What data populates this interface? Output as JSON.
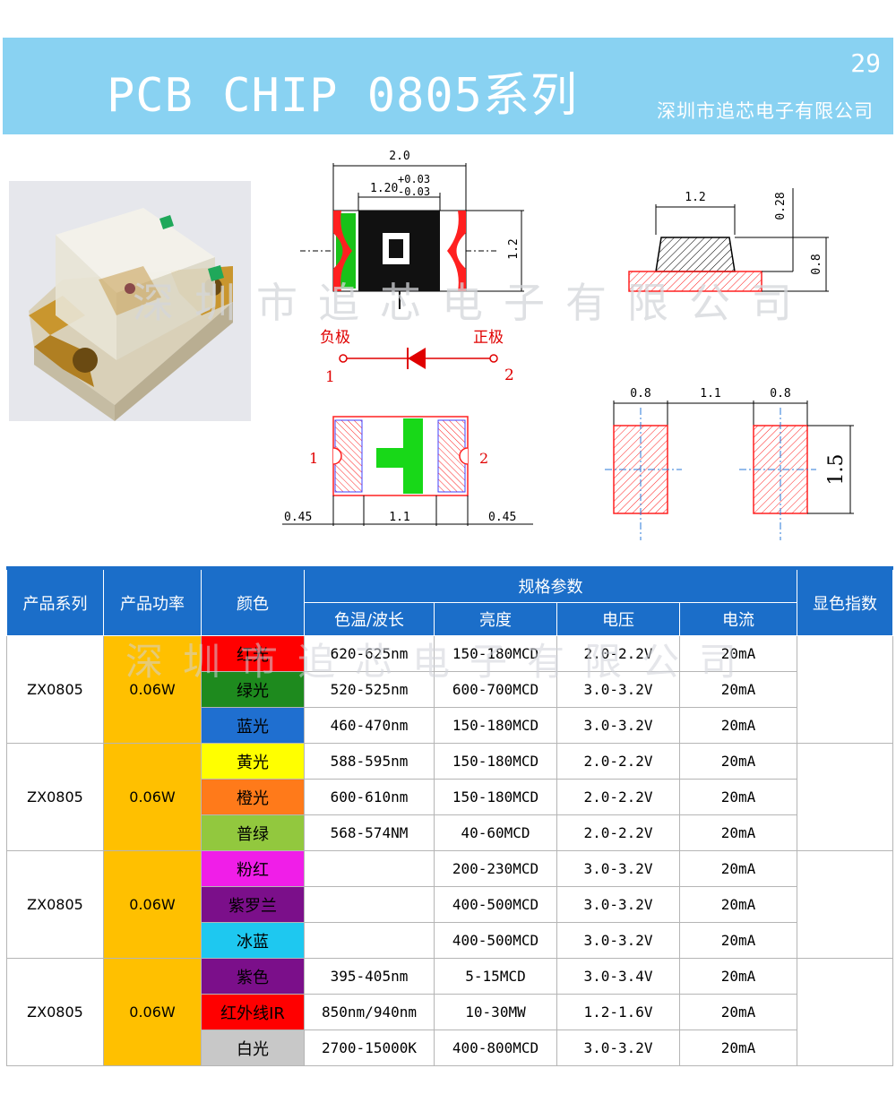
{
  "header": {
    "title": "PCB CHIP 0805系列",
    "page_number": "29",
    "company": "深圳市追芯电子有限公司"
  },
  "watermark": "深圳市追芯电子有限公司",
  "drawings": {
    "top_view": {
      "dim_width": "2.0",
      "dim_inner": "1.20",
      "tol_plus": "+0.03",
      "tol_minus": "-0.03",
      "dim_height": "1.2"
    },
    "side_view": {
      "dim_top": "1.2",
      "dim_lens": "0.28",
      "dim_total": "0.8"
    },
    "polarity": {
      "negative_label": "负极",
      "positive_label": "正极",
      "pin1": "1",
      "pin2": "2"
    },
    "bottom_view": {
      "pin1": "1",
      "pin2": "2",
      "dim_left": "0.45",
      "dim_mid": "1.1",
      "dim_right": "0.45"
    },
    "footprint": {
      "dim_pad_left": "0.8",
      "dim_gap": "1.1",
      "dim_pad_right": "0.8",
      "dim_height": "1.5"
    }
  },
  "table": {
    "headers": {
      "series": "产品系列",
      "power": "产品功率",
      "color": "颜色",
      "spec_group": "规格参数",
      "wavelength": "色温/波长",
      "brightness": "亮度",
      "voltage": "电压",
      "current": "电流",
      "cri": "显色指数"
    },
    "groups": [
      {
        "series": "ZX0805",
        "power": "0.06W",
        "rows": [
          {
            "color": "红光",
            "color_hex": "#ff0000",
            "text_hex": "#000000",
            "wavelength": "620-625nm",
            "brightness": "150-180MCD",
            "voltage": "2.0-2.2V",
            "current": "20mA"
          },
          {
            "color": "绿光",
            "color_hex": "#1e8a1e",
            "text_hex": "#000000",
            "wavelength": "520-525nm",
            "brightness": "600-700MCD",
            "voltage": "3.0-3.2V",
            "current": "20mA"
          },
          {
            "color": "蓝光",
            "color_hex": "#1f6fd0",
            "text_hex": "#000000",
            "wavelength": "460-470nm",
            "brightness": "150-180MCD",
            "voltage": "3.0-3.2V",
            "current": "20mA"
          }
        ]
      },
      {
        "series": "ZX0805",
        "power": "0.06W",
        "rows": [
          {
            "color": "黄光",
            "color_hex": "#ffff00",
            "text_hex": "#000000",
            "wavelength": "588-595nm",
            "brightness": "150-180MCD",
            "voltage": "2.0-2.2V",
            "current": "20mA"
          },
          {
            "color": "橙光",
            "color_hex": "#ff7a1a",
            "text_hex": "#000000",
            "wavelength": "600-610nm",
            "brightness": "150-180MCD",
            "voltage": "2.0-2.2V",
            "current": "20mA"
          },
          {
            "color": "普绿",
            "color_hex": "#92c83e",
            "text_hex": "#000000",
            "wavelength": "568-574NM",
            "brightness": "40-60MCD",
            "voltage": "2.0-2.2V",
            "current": "20mA"
          }
        ]
      },
      {
        "series": "ZX0805",
        "power": "0.06W",
        "rows": [
          {
            "color": "粉红",
            "color_hex": "#f01ee8",
            "text_hex": "#000000",
            "wavelength": "",
            "brightness": "200-230MCD",
            "voltage": "3.0-3.2V",
            "current": "20mA"
          },
          {
            "color": "紫罗兰",
            "color_hex": "#7b0f8a",
            "text_hex": "#000000",
            "wavelength": "",
            "brightness": "400-500MCD",
            "voltage": "3.0-3.2V",
            "current": "20mA"
          },
          {
            "color": "冰蓝",
            "color_hex": "#1ec8f0",
            "text_hex": "#000000",
            "wavelength": "",
            "brightness": "400-500MCD",
            "voltage": "3.0-3.2V",
            "current": "20mA"
          }
        ]
      },
      {
        "series": "ZX0805",
        "power": "0.06W",
        "rows": [
          {
            "color": "紫色",
            "color_hex": "#7b0f8a",
            "text_hex": "#000000",
            "wavelength": "395-405nm",
            "brightness": "5-15MCD",
            "voltage": "3.0-3.4V",
            "current": "20mA"
          },
          {
            "color": "红外线IR",
            "color_hex": "#ff0000",
            "text_hex": "#000000",
            "wavelength": "850nm/940nm",
            "brightness": "10-30MW",
            "voltage": "1.2-1.6V",
            "current": "20mA"
          },
          {
            "color": "白光",
            "color_hex": "#c8c8c8",
            "text_hex": "#000000",
            "wavelength": "2700-15000K",
            "brightness": "400-800MCD",
            "voltage": "3.0-3.2V",
            "current": "20mA"
          }
        ]
      }
    ]
  }
}
